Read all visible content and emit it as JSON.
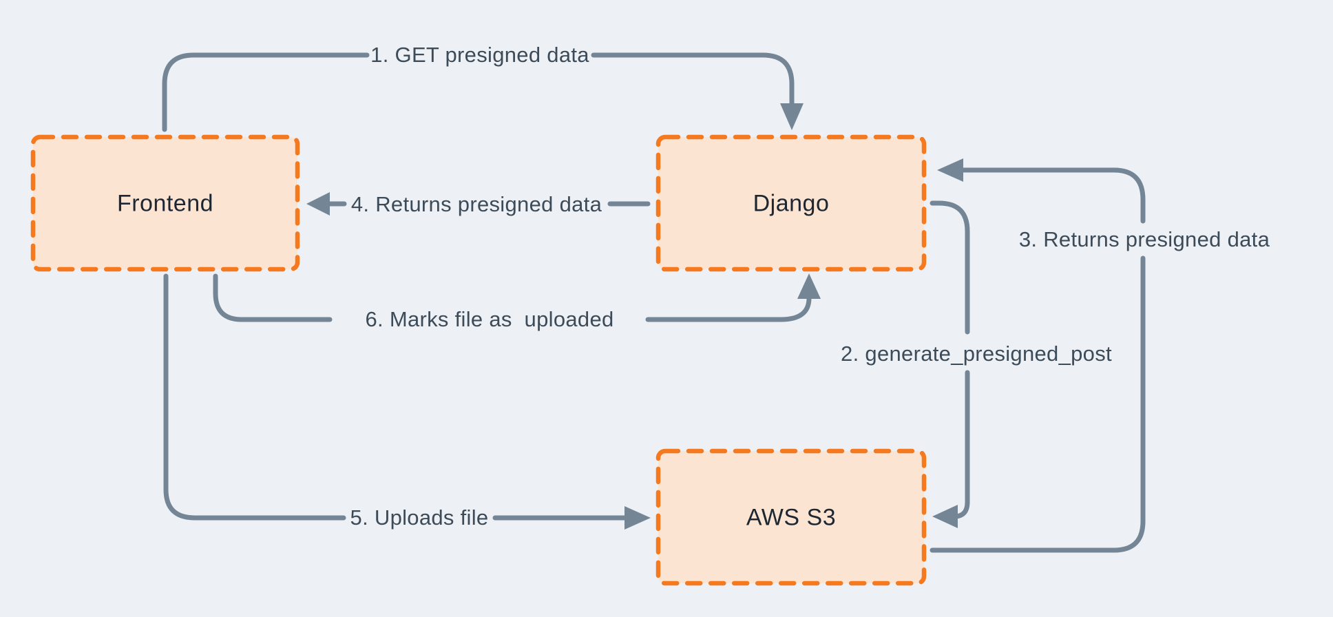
{
  "diagram": {
    "type": "flow-diagram",
    "nodes": [
      {
        "id": "frontend",
        "label": "Frontend"
      },
      {
        "id": "django",
        "label": "Django"
      },
      {
        "id": "aws-s3",
        "label": "AWS S3"
      }
    ],
    "edges": [
      {
        "step": "1",
        "label": "1. GET presigned data",
        "from": "frontend",
        "to": "django"
      },
      {
        "step": "2",
        "label": "2. generate_presigned_post",
        "from": "django",
        "to": "aws-s3"
      },
      {
        "step": "3",
        "label": "3. Returns presigned data",
        "from": "aws-s3",
        "to": "django"
      },
      {
        "step": "4",
        "label": "4. Returns presigned data",
        "from": "django",
        "to": "frontend"
      },
      {
        "step": "5",
        "label": "5. Uploads file",
        "from": "frontend",
        "to": "aws-s3"
      },
      {
        "step": "6",
        "label": "6. Marks file as  uploaded",
        "from": "frontend",
        "to": "django"
      }
    ],
    "colors": {
      "background": "#edf1f5",
      "node_fill": "#fce4d2",
      "node_border": "#f4791f",
      "arrow": "#748596",
      "node_text": "#1d2733",
      "edge_text": "#3d4b59"
    }
  }
}
